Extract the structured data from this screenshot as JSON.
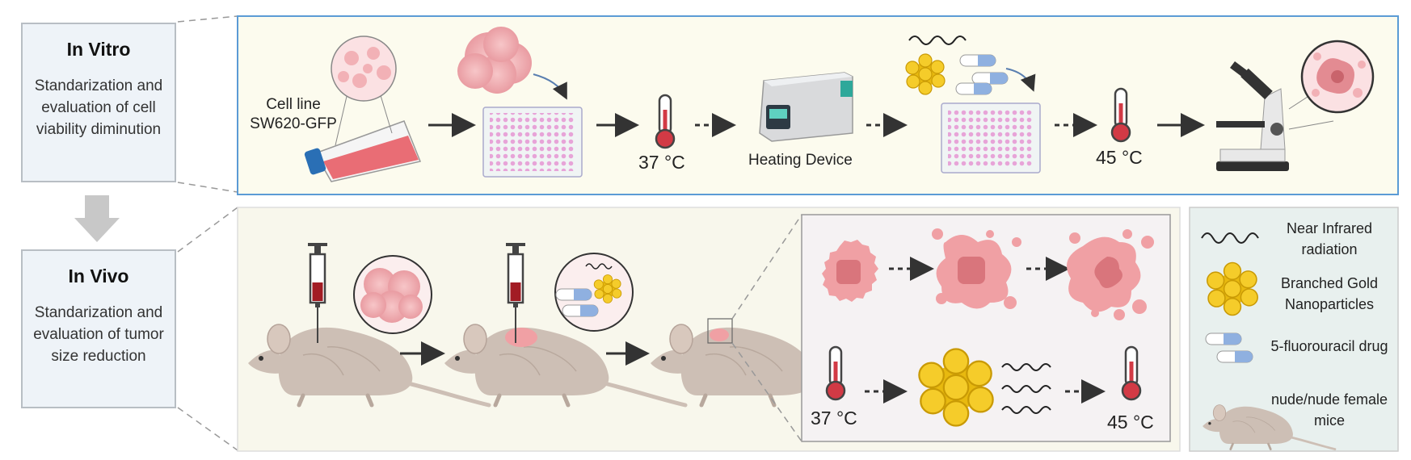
{
  "in_vitro": {
    "title": "In Vitro",
    "description": "Standarization and evaluation of cell viability diminution",
    "cell_line_label": "Cell line\nSW620-GFP",
    "temp_start": "37 °C",
    "device_label": "Heating Device",
    "temp_end": "45 °C"
  },
  "in_vivo": {
    "title": "In Vivo",
    "description": "Standarization and evaluation of tumor size reduction",
    "temp_start": "37 °C",
    "temp_end": "45 °C"
  },
  "legend": {
    "nir": "Near Infrared radiation",
    "gold": "Branched Gold Nanoparticles",
    "drug": "5-fluorouracil drug",
    "mice": "nude/nude female mice"
  },
  "colors": {
    "vitro_panel_bg": "#fcfbee",
    "vitro_panel_border": "#5b9bd5",
    "vivo_panel_bg": "#f8f7ec",
    "zoom_panel_bg": "#f5f2f3",
    "legend_bg": "#e8f0ee",
    "tumor": "#f0a0a4",
    "tumor_core": "#d9757c",
    "gold": "#f0c419",
    "capsule_blue": "#8fb0e0",
    "mouse": "#cdbfb5"
  }
}
